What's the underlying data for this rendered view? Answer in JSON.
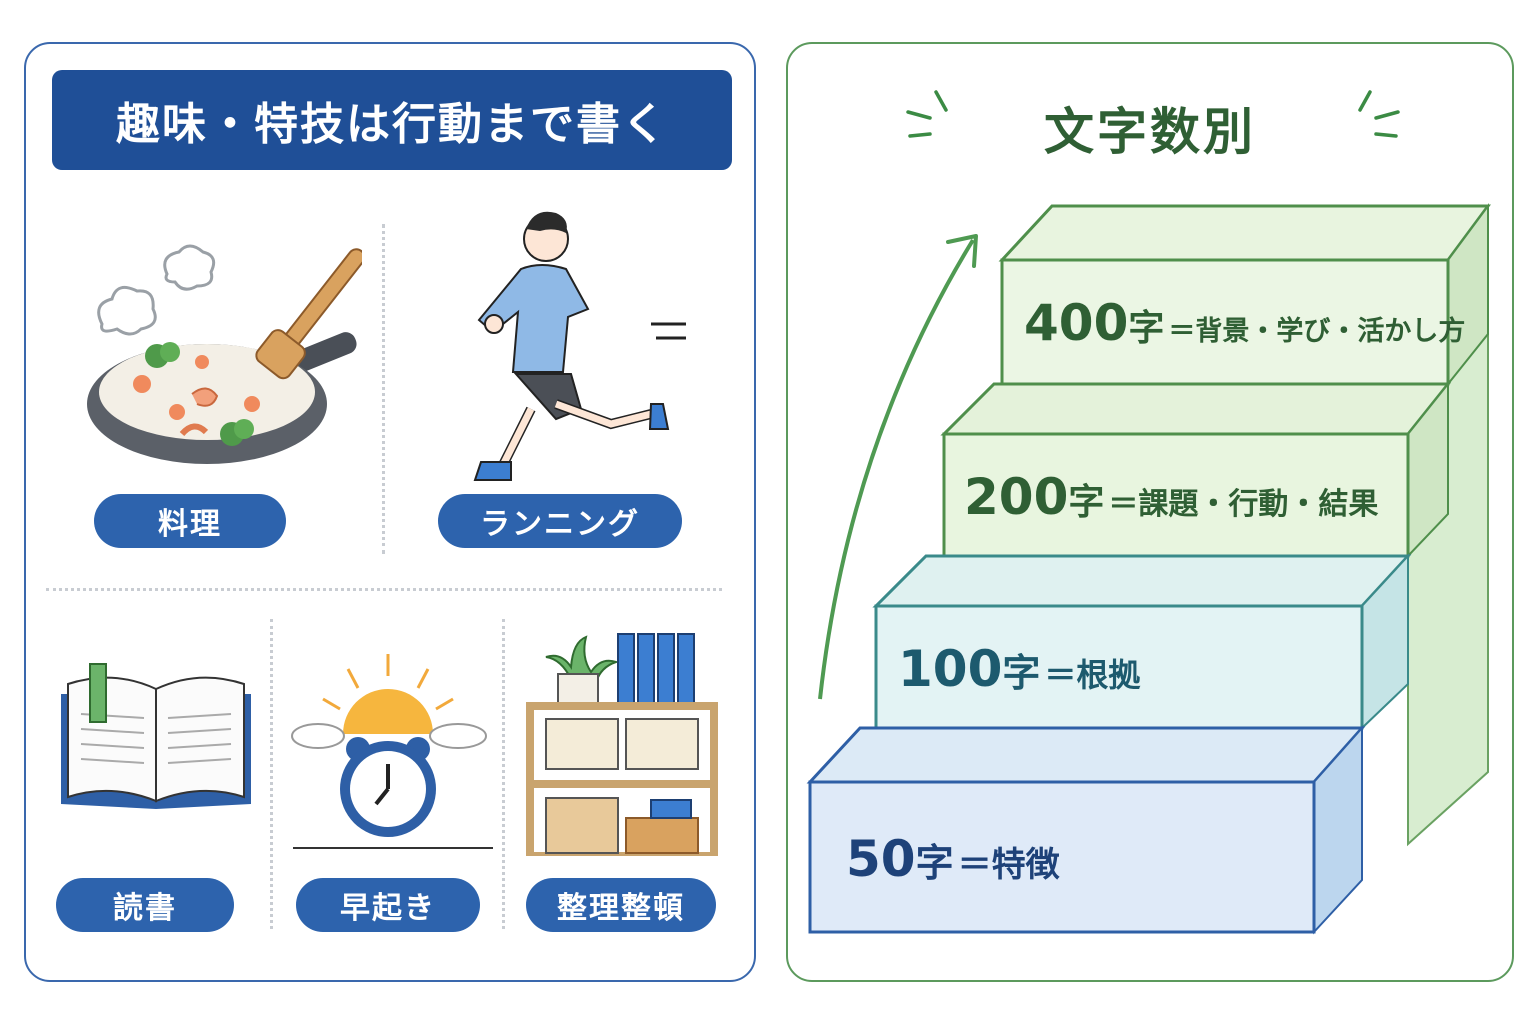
{
  "left_panel": {
    "title": "趣味・特技は行動まで書く",
    "hobbies": [
      {
        "label": "料理"
      },
      {
        "label": "ランニング"
      },
      {
        "label": "読書"
      },
      {
        "label": "早起き"
      },
      {
        "label": "整理整頓"
      }
    ]
  },
  "right_panel": {
    "title": "文字数別",
    "steps": [
      {
        "count": "50",
        "unit": "字",
        "desc": "＝特徴"
      },
      {
        "count": "100",
        "unit": "字",
        "desc": "＝根拠"
      },
      {
        "count": "200",
        "unit": "字",
        "desc": "＝課題・行動・結果"
      },
      {
        "count": "400",
        "unit": "字",
        "desc": "＝背景・学び・活かし方"
      }
    ]
  },
  "colors": {
    "navy": "#1f4f97",
    "pill_blue": "#2d63ad",
    "green_dark": "#2f5f34",
    "green_border": "#5c9a5d"
  }
}
